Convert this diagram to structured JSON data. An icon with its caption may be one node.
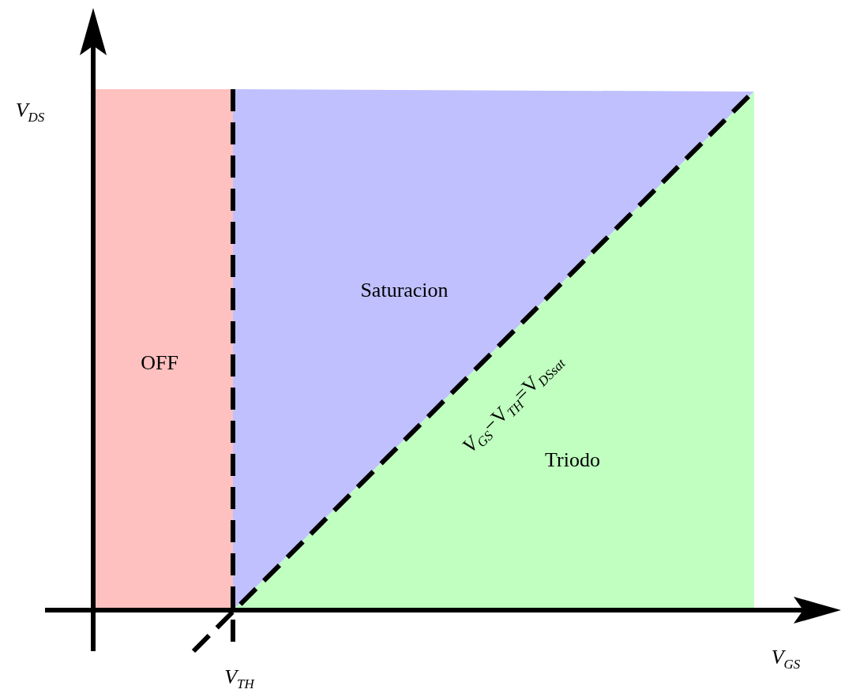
{
  "diagram": {
    "nodes": [
      {
        "text": [
          "OFF"
        ]
      },
      {
        "text": [
          "Saturacion"
        ]
      },
      {
        "text": [
          "Triodo"
        ]
      }
    ],
    "labels": [
      "V$_{DS}$",
      "*V*$_{GS}$−V$_{TH}$=V$_{DSsat}$",
      "V$_{GS}$",
      "V$_{TH}$"
    ]
  }
}
